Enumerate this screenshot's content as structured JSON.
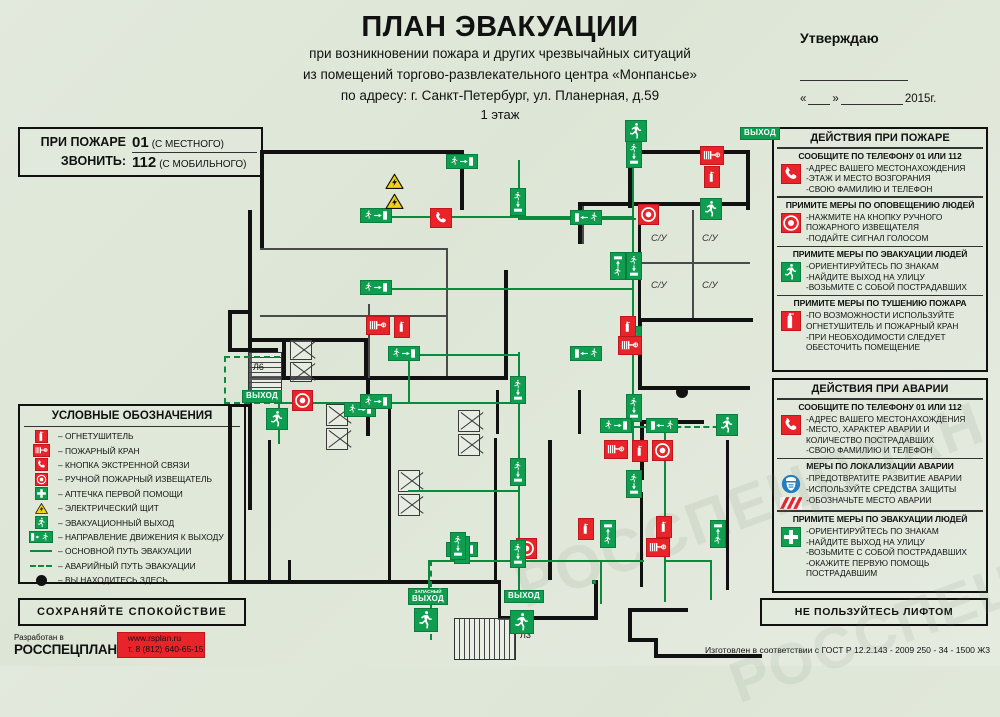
{
  "header": {
    "title": "ПЛАН ЭВАКУАЦИИ",
    "line1": "при возникновении пожара и других чрезвычайных ситуаций",
    "line2": "из помещений торгово-развлекательного центра «Монпансье»",
    "line3": "по адресу: г. Санкт-Петербург, ул. Планерная, д.59",
    "line4": "1 этаж"
  },
  "approve": {
    "title": "Утверждаю",
    "quote_open": "«",
    "quote_close": "»",
    "year": "2015г."
  },
  "phone_box": {
    "label_line1": "ПРИ ПОЖАРЕ",
    "label_line2": "ЗВОНИТЬ:",
    "number_local": "01",
    "suffix_local": "(С МЕСТНОГО)",
    "number_mobile": "112",
    "suffix_mobile": "(С МОБИЛЬНОГО)"
  },
  "panel_fire": {
    "title": "ДЕЙСТВИЯ ПРИ ПОЖАРЕ",
    "sections": [
      {
        "heading": "СООБЩИТЕ ПО ТЕЛЕФОНУ  01 ИЛИ 112",
        "icons": [
          "phone-icon"
        ],
        "items": [
          "-АДРЕС ВАШЕГО МЕСТОНАХОЖДЕНИЯ",
          "-ЭТАЖ И МЕСТО ВОЗГОРАНИЯ",
          "-СВОЮ ФАМИЛИЮ И  ТЕЛЕФОН"
        ]
      },
      {
        "heading": "ПРИМИТЕ МЕРЫ ПО ОПОВЕЩЕНИЮ ЛЮДЕЙ",
        "icons": [
          "call-point-icon"
        ],
        "items": [
          "-НАЖМИТЕ НА КНОПКУ РУЧНОГО",
          " ПОЖАРНОГО ИЗВЕЩАТЕЛЯ",
          "-ПОДАЙТЕ СИГНАЛ ГОЛОСОМ"
        ]
      },
      {
        "heading": "ПРИМИТЕ МЕРЫ ПО ЭВАКУАЦИИ ЛЮДЕЙ",
        "icons": [
          "exit-running-man-icon"
        ],
        "items": [
          "-ОРИЕНТИРУЙТЕСЬ ПО ЗНАКАМ",
          "-НАЙДИТЕ ВЫХОД НА УЛИЦУ",
          "-ВОЗЬМИТЕ С СОБОЙ ПОСТРАДАВШИХ"
        ]
      },
      {
        "heading": "ПРИМИТЕ МЕРЫ ПО ТУШЕНИЮ ПОЖАРА",
        "icons": [
          "extinguisher-icon",
          "electric-hazard-icon"
        ],
        "items": [
          "-ПО ВОЗМОЖНОСТИ ИСПОЛЬЗУЙТЕ",
          " ОГНЕТУШИТЕЛЬ И ПОЖАРНЫЙ КРАН",
          "-ПРИ НЕОБХОДИМОСТИ СЛЕДУЕТ",
          " ОБЕСТОЧИТЬ ПОМЕЩЕНИЕ"
        ]
      }
    ]
  },
  "panel_accident": {
    "title": "ДЕЙСТВИЯ ПРИ АВАРИИ",
    "sections": [
      {
        "heading": "СООБЩИТЕ ПО ТЕЛЕФОНУ  01 ИЛИ 112",
        "icons": [
          "phone-icon"
        ],
        "items": [
          "-АДРЕС ВАШЕГО МЕСТОНАХОЖДЕНИЯ",
          "-МЕСТО, ХАРАКТЕР АВАРИИ И",
          " КОЛИЧЕСТВО ПОСТРАДАВШИХ",
          "-СВОЮ ФАМИЛИЮ И  ТЕЛЕФОН"
        ]
      },
      {
        "heading": "МЕРЫ ПО ЛОКАЛИЗАЦИИ АВАРИИ",
        "icons": [
          "respirator-icon",
          "hazard-stripes-icon"
        ],
        "items": [
          "-ПРЕДОТВРАТИТЕ РАЗВИТИЕ АВАРИИ",
          "-ИСПОЛЬЗУЙТЕ СРЕДСТВА ЗАЩИТЫ",
          "-ОБОЗНАЧЬТЕ МЕСТО АВАРИИ"
        ]
      },
      {
        "heading": "ПРИМИТЕ МЕРЫ ПО ЭВАКУАЦИИ ЛЮДЕЙ",
        "icons": [
          "exit-running-man-icon",
          "first-aid-icon"
        ],
        "items": [
          "-ОРИЕНТИРУЙТЕСЬ ПО ЗНАКАМ",
          "-НАЙДИТЕ ВЫХОД НА УЛИЦУ",
          "-ВОЗЬМИТЕ С СОБОЙ ПОСТРАДАВШИХ",
          "-ОКАЖИТЕ ПЕРВУЮ ПОМОЩЬ",
          " ПОСТРАДАВШИМ"
        ]
      }
    ]
  },
  "legend": {
    "title": "УСЛОВНЫЕ ОБОЗНАЧЕНИЯ",
    "items": [
      {
        "icon": "extinguisher-icon",
        "label": "–  ОГНЕТУШИТЕЛЬ"
      },
      {
        "icon": "fire-hydrant-icon",
        "label": "–  ПОЖАРНЫЙ КРАН"
      },
      {
        "icon": "phone-icon",
        "label": "–  КНОПКА ЭКСТРЕННОЙ СВЯЗИ"
      },
      {
        "icon": "call-point-icon",
        "label": "–  РУЧНОЙ ПОЖАРНЫЙ ИЗВЕЩАТЕЛЬ"
      },
      {
        "icon": "first-aid-icon",
        "label": "–  АПТЕЧКА ПЕРВОЙ ПОМОЩИ"
      },
      {
        "icon": "electric-hazard-icon",
        "label": "–  ЭЛЕКТРИЧЕСКИЙ ЩИТ"
      },
      {
        "icon": "exit-running-man-icon",
        "label": "–  ЭВАКУАЦИОННЫЙ ВЫХОД"
      },
      {
        "icon": "direction-to-exit-icon",
        "label": "–  НАПРАВЛЕНИЕ ДВИЖЕНИЯ К ВЫХОДУ"
      },
      {
        "icon": "solid-line-icon",
        "label": "–  ОСНОВНОЙ ПУТЬ ЭВАКУАЦИИ"
      },
      {
        "icon": "dashed-line-icon",
        "label": "–  АВАРИЙНЫЙ ПУТЬ ЭВАКУАЦИИ"
      },
      {
        "icon": "you-are-here-dot-icon",
        "label": "–  ВЫ НАХОДИТЕСЬ ЗДЕСЬ"
      }
    ]
  },
  "footer": {
    "calm": "СОХРАНЯЙТЕ  СПОКОЙСТВИЕ",
    "no_lift": "НЕ ПОЛЬЗУЙТЕСЬ ЛИФТОМ",
    "developed_by_label": "Разработан в",
    "developed_by_name": "РОССПЕЦПЛАН",
    "website": "www.rsplan.ru",
    "phone": "т. 8 (812) 640-65-15",
    "gost": "Изготовлен в соответствии с ГОСТ Р 12.2.143 - 2009 250 - 34 - 1500 Ж3"
  },
  "plan": {
    "watermark": "РОССПЕЦПЛАН",
    "room_labels": [
      "С/У",
      "С/У",
      "С/У",
      "С/У"
    ],
    "stair_labels": [
      "Л6",
      "Л3"
    ],
    "exit_labels": [
      "ВЫХОД",
      "ВЫХОД",
      "ВЫХОД",
      "ВЫХОД"
    ],
    "spare_exit_small": "ЗАПАСНЫЙ",
    "spare_exit_label": "ВЫХОД"
  },
  "colors": {
    "green": "#0f9d4f",
    "red": "#e8232a",
    "yellow": "#f2d11a",
    "background": "#e2e9dd",
    "ink": "#111111"
  }
}
